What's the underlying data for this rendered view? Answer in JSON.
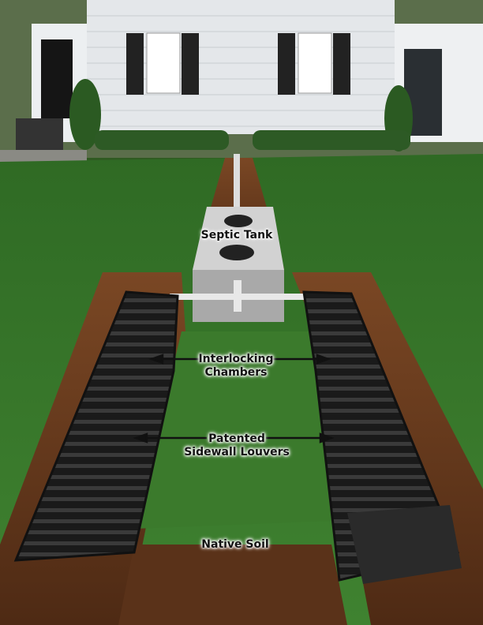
{
  "labels": {
    "septic_tank": "Septic Tank",
    "interlocking_chambers": [
      "Interlocking",
      "Chambers"
    ],
    "sidewall_louvers": [
      "Patented",
      "Sidewall Louvers"
    ],
    "native_soil": "Native Soil"
  },
  "colors": {
    "grass": "#3f7a2c",
    "soil": "#6b3d1f",
    "chamber": "#1d1d1d",
    "tank": "#b9b9b9",
    "house_siding": "#e6e9ec"
  }
}
